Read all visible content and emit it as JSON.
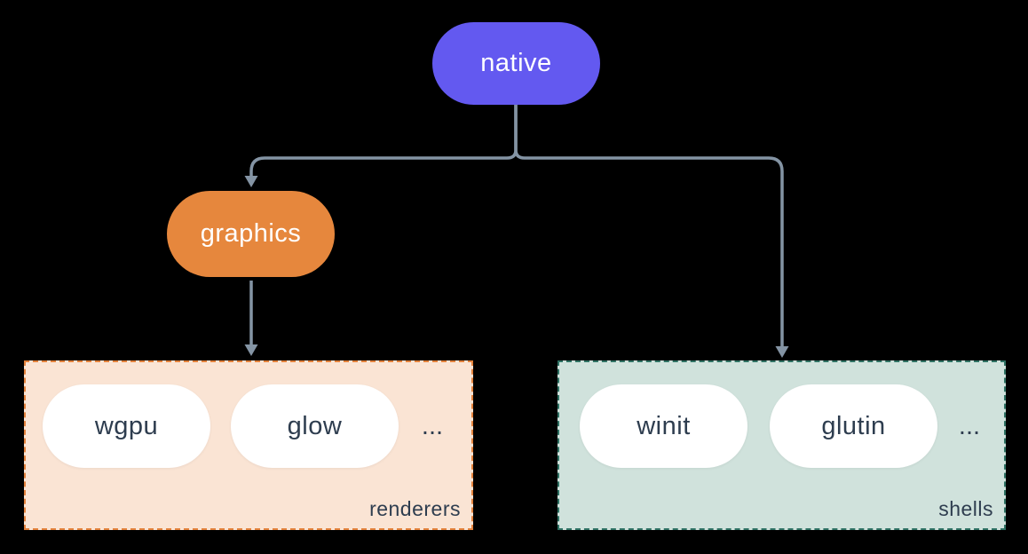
{
  "nodes": {
    "native": "native",
    "graphics": "graphics"
  },
  "groups": {
    "renderers": {
      "label": "renderers",
      "items": [
        "wgpu",
        "glow",
        "..."
      ]
    },
    "shells": {
      "label": "shells",
      "items": [
        "winit",
        "glutin",
        "..."
      ]
    }
  },
  "colors": {
    "background": "#000000",
    "native_fill": "#6359F0",
    "graphics_fill": "#E6873D",
    "renderers_bg": "#FAE4D4",
    "renderers_border": "#E3823C",
    "shells_bg": "#D0E2DC",
    "shells_border": "#2F7264",
    "connector": "#8494A4",
    "node_text_light": "#FFFFFF",
    "node_text_dark": "#2E3D4F",
    "white_pill": "#FFFFFF"
  }
}
